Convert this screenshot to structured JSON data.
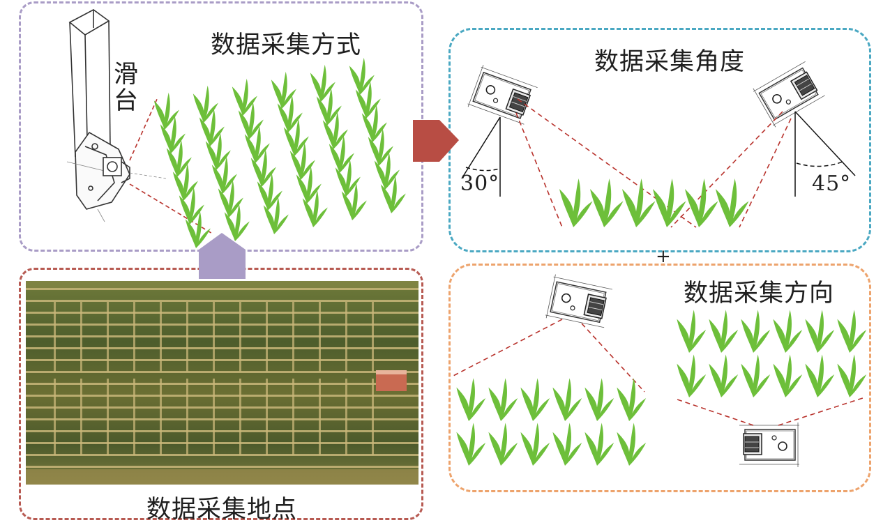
{
  "panels": {
    "method": {
      "title": "数据采集方式",
      "slide_label_1": "滑",
      "slide_label_2": "台"
    },
    "angle": {
      "title": "数据采集角度",
      "angle_left": "30°",
      "angle_right": "45°"
    },
    "direction": {
      "title": "数据采集方向"
    },
    "location": {
      "title": "数据采集地点"
    }
  },
  "connector_plus": "+",
  "colors": {
    "method_border": "#a99cc6",
    "angle_border": "#4aa8c2",
    "direction_border": "#eda36c",
    "location_border": "#b75a52",
    "arrow_right": "#b84d44",
    "arrow_up": "#a99cc6",
    "plant": "#6dbf3a",
    "ray": "#b8322c"
  },
  "icons": [
    "camera-icon",
    "plant-icon",
    "slide-rail-icon",
    "field-photo"
  ]
}
